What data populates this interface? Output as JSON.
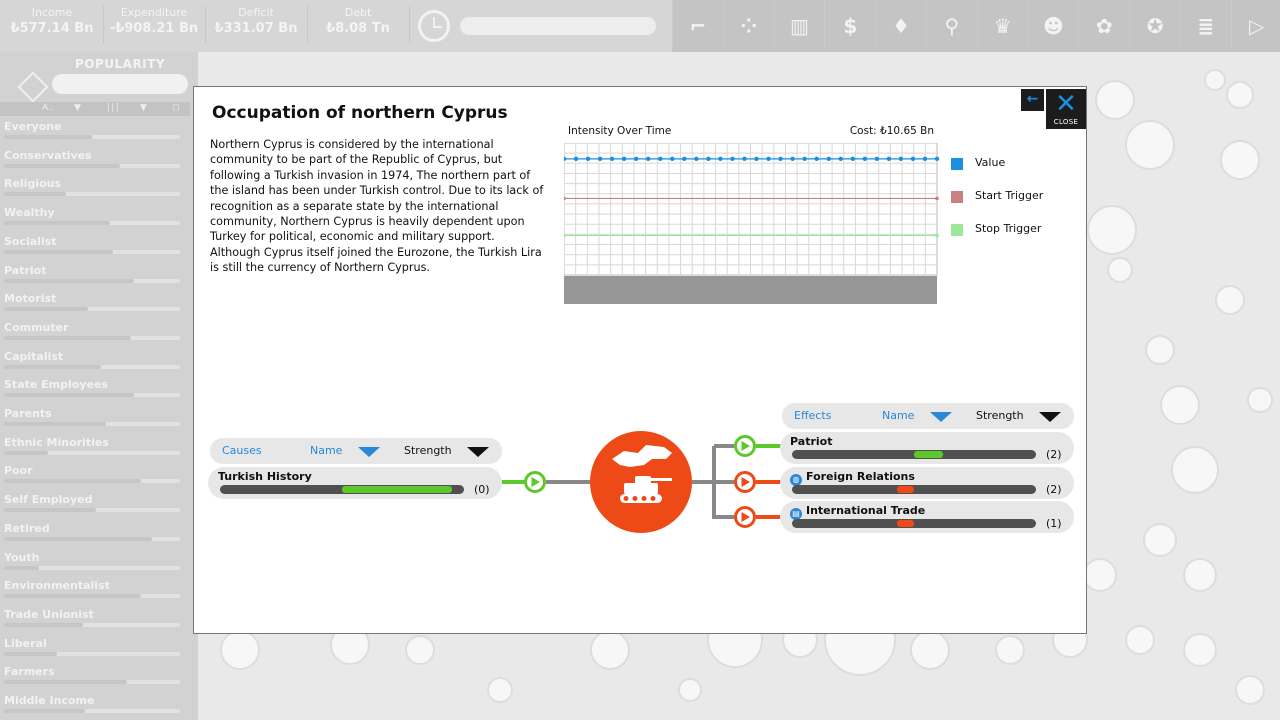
{
  "topbar": {
    "stats": [
      {
        "label": "Income",
        "value": "₺577.14 Bn"
      },
      {
        "label": "Expenditure",
        "value": "-₺908.21 Bn"
      },
      {
        "label": "Deficit",
        "value": "₺331.07 Bn"
      },
      {
        "label": "Debt",
        "value": "₺8.08 Tn"
      }
    ],
    "tools": [
      {
        "icon": "gun-icon",
        "glyph": "⌐"
      },
      {
        "icon": "people-dots-icon",
        "glyph": "⁘"
      },
      {
        "icon": "bar-chart-icon",
        "glyph": "▥"
      },
      {
        "icon": "dollar-icon",
        "glyph": "$"
      },
      {
        "icon": "lightbulb-icon",
        "glyph": "♦"
      },
      {
        "icon": "search-icon",
        "glyph": "⚲"
      },
      {
        "icon": "trophy-icon",
        "glyph": "♛"
      },
      {
        "icon": "group-icon",
        "glyph": "☻"
      },
      {
        "icon": "gear-icon",
        "glyph": "✿"
      },
      {
        "icon": "medal-icon",
        "glyph": "✪"
      },
      {
        "icon": "document-icon",
        "glyph": "≣"
      },
      {
        "icon": "play-icon",
        "glyph": "▷"
      }
    ]
  },
  "sidebar": {
    "title": "POPULARITY",
    "sort_labels": [
      "A..",
      "▼",
      "∣∣∣",
      "▼",
      "◻"
    ],
    "voters": [
      {
        "name": "Everyone",
        "level": 0.5
      },
      {
        "name": "Conservatives",
        "level": 0.66
      },
      {
        "name": "Religious",
        "level": 0.35
      },
      {
        "name": "Wealthy",
        "level": 0.6
      },
      {
        "name": "Socialist",
        "level": 0.62
      },
      {
        "name": "Patriot",
        "level": 0.74
      },
      {
        "name": "Motorist",
        "level": 0.48
      },
      {
        "name": "Commuter",
        "level": 0.72
      },
      {
        "name": "Capitalist",
        "level": 0.55
      },
      {
        "name": "State Employees",
        "level": 0.74
      },
      {
        "name": "Parents",
        "level": 0.58
      },
      {
        "name": "Ethnic Minorities",
        "level": 0.25
      },
      {
        "name": "Poor",
        "level": 0.78
      },
      {
        "name": "Self Employed",
        "level": 0.52
      },
      {
        "name": "Retired",
        "level": 0.84
      },
      {
        "name": "Youth",
        "level": 0.2
      },
      {
        "name": "Environmentalist",
        "level": 0.78
      },
      {
        "name": "Trade Unionist",
        "level": 0.45
      },
      {
        "name": "Liberal",
        "level": 0.3
      },
      {
        "name": "Farmers",
        "level": 0.7
      },
      {
        "name": "Middle Income",
        "level": 0.46
      }
    ]
  },
  "dialog": {
    "title": "Occupation of northern Cyprus",
    "description": "Northern Cyprus is considered by the international community to be part of the Republic of Cyprus, but following a Turkish invasion in 1974, The northern part of the island has been under Turkish control. Due to its lack of recognition as a separate state by the international community, Northern Cyprus is heavily dependent upon Turkey for political, economic and military support. Although Cyprus itself joined the Eurozone, the Turkish Lira is still the currency of Northern Cyprus.",
    "close_label": "CLOSE",
    "back_icon": "←",
    "close_icon": "✕"
  },
  "chart_data": {
    "type": "line",
    "title": "Intensity Over Time",
    "cost": "Cost: ₺10.65 Bn",
    "ylim": [
      0,
      1
    ],
    "points": 32,
    "series": [
      {
        "name": "Value",
        "color": "#1a8ee0",
        "value": 0.88,
        "markers": true
      },
      {
        "name": "Start Trigger",
        "color": "#c98080",
        "value": 0.58,
        "markers": false
      },
      {
        "name": "Stop Trigger",
        "color": "#9be89b",
        "value": 0.3,
        "markers": false
      }
    ],
    "grid": true
  },
  "causes": {
    "header": {
      "type": "Causes",
      "name": "Name",
      "strength": "Strength"
    },
    "items": [
      {
        "name": "Turkish History",
        "value": "(0)",
        "fill_start": 0.5,
        "fill_end": 0.95,
        "color": "#5cc82a"
      }
    ]
  },
  "effects": {
    "header": {
      "type": "Effects",
      "name": "Name",
      "strength": "Strength"
    },
    "items": [
      {
        "name": "Patriot",
        "value": "(2)",
        "icon": "",
        "fill_start": 0.5,
        "fill_end": 0.62,
        "color": "#5cc82a",
        "arrow": "#5cc82a"
      },
      {
        "name": "Foreign Relations",
        "value": "(2)",
        "icon": "globe-icon",
        "fill_start": 0.43,
        "fill_end": 0.5,
        "color": "#ee4a17",
        "arrow": "#ee4a17"
      },
      {
        "name": "International Trade",
        "value": "(1)",
        "icon": "trade-icon",
        "fill_start": 0.43,
        "fill_end": 0.5,
        "color": "#ee4a17",
        "arrow": "#ee4a17"
      }
    ]
  },
  "colors": {
    "accent": "#1a8ee0",
    "policy_circle": "#ee4a17",
    "positive": "#5cc82a",
    "negative": "#ee4a17"
  }
}
